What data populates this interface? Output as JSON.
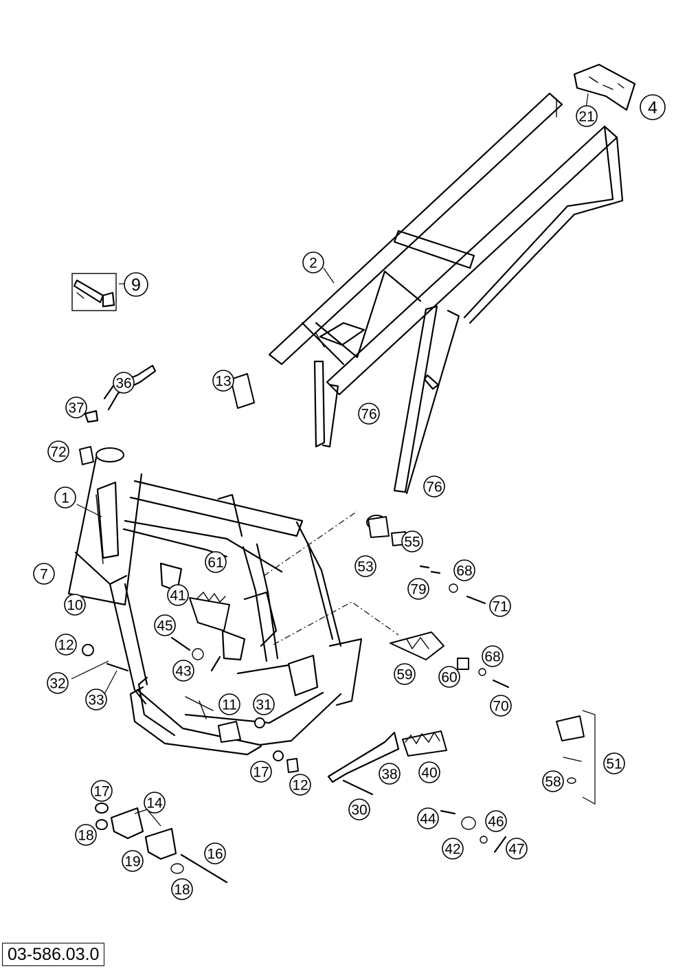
{
  "drawing": {
    "document_number": "03-586.03.0"
  },
  "callouts": [
    {
      "id": "c-4",
      "label": "4"
    },
    {
      "id": "c-21",
      "label": "21"
    },
    {
      "id": "c-2",
      "label": "2"
    },
    {
      "id": "c-9",
      "label": "9"
    },
    {
      "id": "c-36",
      "label": "36"
    },
    {
      "id": "c-13",
      "label": "13"
    },
    {
      "id": "c-37",
      "label": "37"
    },
    {
      "id": "c-76a",
      "label": "76"
    },
    {
      "id": "c-72",
      "label": "72"
    },
    {
      "id": "c-76b",
      "label": "76"
    },
    {
      "id": "c-1",
      "label": "1"
    },
    {
      "id": "c-55",
      "label": "55"
    },
    {
      "id": "c-53",
      "label": "53"
    },
    {
      "id": "c-61",
      "label": "61"
    },
    {
      "id": "c-7",
      "label": "7"
    },
    {
      "id": "c-68a",
      "label": "68"
    },
    {
      "id": "c-79",
      "label": "79"
    },
    {
      "id": "c-10",
      "label": "10"
    },
    {
      "id": "c-71",
      "label": "71"
    },
    {
      "id": "c-41",
      "label": "41"
    },
    {
      "id": "c-45",
      "label": "45"
    },
    {
      "id": "c-12a",
      "label": "12"
    },
    {
      "id": "c-68b",
      "label": "68"
    },
    {
      "id": "c-43",
      "label": "43"
    },
    {
      "id": "c-59",
      "label": "59"
    },
    {
      "id": "c-60",
      "label": "60"
    },
    {
      "id": "c-32",
      "label": "32"
    },
    {
      "id": "c-33",
      "label": "33"
    },
    {
      "id": "c-11",
      "label": "11"
    },
    {
      "id": "c-31",
      "label": "31"
    },
    {
      "id": "c-70",
      "label": "70"
    },
    {
      "id": "c-51",
      "label": "51"
    },
    {
      "id": "c-17a",
      "label": "17"
    },
    {
      "id": "c-38",
      "label": "38"
    },
    {
      "id": "c-40",
      "label": "40"
    },
    {
      "id": "c-58",
      "label": "58"
    },
    {
      "id": "c-12b",
      "label": "12"
    },
    {
      "id": "c-17b",
      "label": "17"
    },
    {
      "id": "c-14",
      "label": "14"
    },
    {
      "id": "c-30",
      "label": "30"
    },
    {
      "id": "c-44",
      "label": "44"
    },
    {
      "id": "c-46",
      "label": "46"
    },
    {
      "id": "c-18a",
      "label": "18"
    },
    {
      "id": "c-42",
      "label": "42"
    },
    {
      "id": "c-47",
      "label": "47"
    },
    {
      "id": "c-16",
      "label": "16"
    },
    {
      "id": "c-19",
      "label": "19"
    },
    {
      "id": "c-18b",
      "label": "18"
    }
  ]
}
